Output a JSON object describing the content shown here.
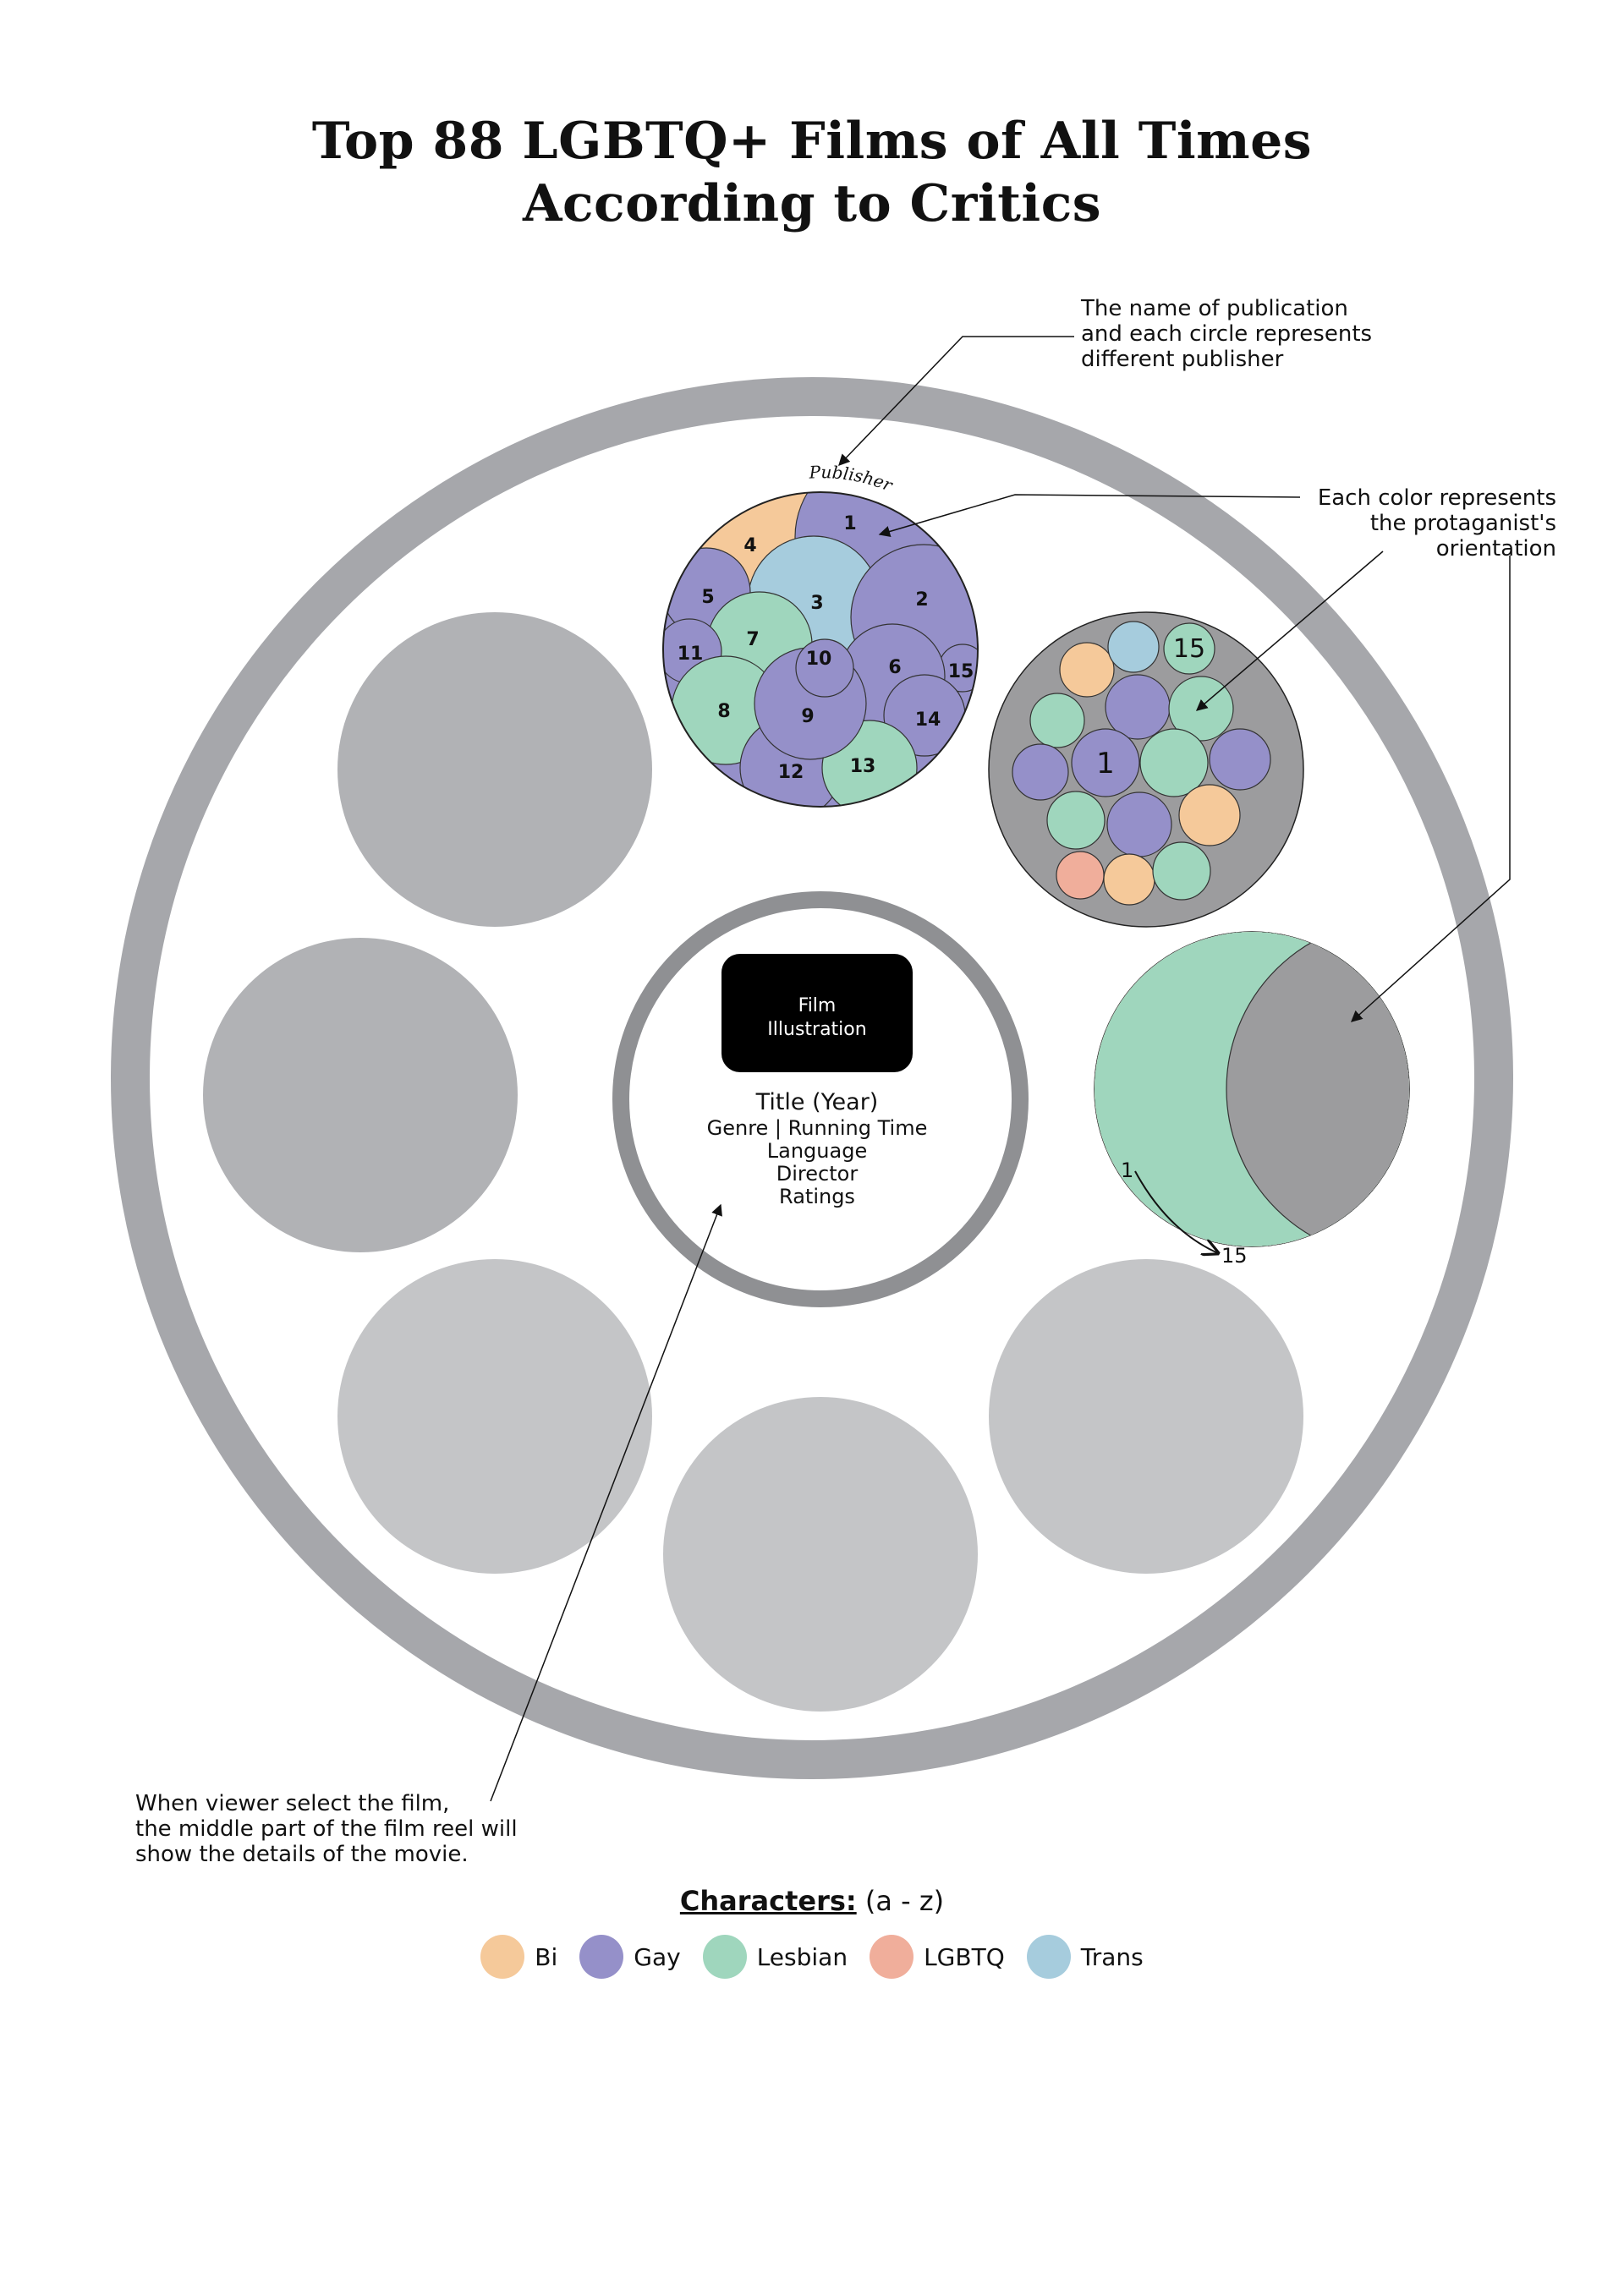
{
  "title": {
    "line1": "Top 88 LGBTQ+ Films of All Times",
    "line2": "According to Critics"
  },
  "annotations": {
    "publication": [
      "The name of publication",
      "and each circle represents",
      "different publisher"
    ],
    "color": [
      "Each color represents",
      "the protaganist's",
      "orientation"
    ],
    "viewer": [
      "When viewer select the film,",
      "the middle part of the film reel will",
      "show the details of the movie."
    ]
  },
  "publisher_label": "Publisher",
  "center": {
    "illustration_line1": "Film",
    "illustration_line2": "Illustration",
    "title": "Title (Year)",
    "genre": "Genre | Running Time",
    "language": "Language",
    "director": "Director",
    "ratings": "Ratings"
  },
  "packed_circle_labels": [
    "1",
    "2",
    "3",
    "4",
    "5",
    "6",
    "7",
    "8",
    "9",
    "10",
    "11",
    "12",
    "13",
    "14",
    "15"
  ],
  "small_circle_labels": {
    "first": "1",
    "last": "15"
  },
  "arc_labels": {
    "start": "1",
    "end": "15"
  },
  "legend": {
    "title": "Characters:",
    "range": "(a - z)",
    "items": [
      {
        "label": "Bi",
        "color": "#F5C99A"
      },
      {
        "label": "Gay",
        "color": "#9590C9"
      },
      {
        "label": "Lesbian",
        "color": "#9FD6BD"
      },
      {
        "label": "LGBTQ",
        "color": "#F0AE9B"
      },
      {
        "label": "Trans",
        "color": "#A6CCDD"
      }
    ]
  },
  "colors": {
    "reel": "#A6A7AB",
    "slot_dark": "#B1B2B5",
    "slot_light": "#C4C5C7",
    "hub_ring": "#8F9093",
    "bg_circle": "#9C9C9E",
    "bi": "#F5C99A",
    "gay": "#9590C9",
    "lesbian": "#9FD6BD",
    "lgbtq": "#F0AE9B",
    "trans": "#A6CCDD"
  }
}
